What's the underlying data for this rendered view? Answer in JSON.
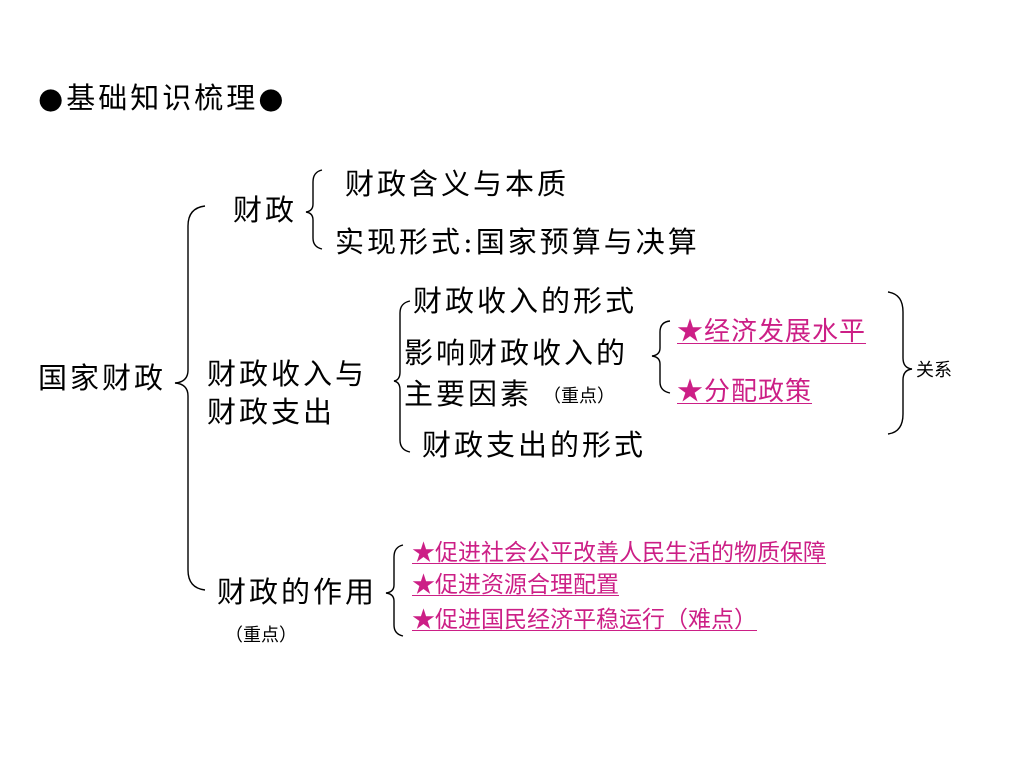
{
  "heading": "●基础知识梳理●",
  "root": "国家财政",
  "branches": {
    "caizheng": {
      "label": "财政",
      "items": [
        "财政含义与本质",
        "实现形式:国家预算与决算"
      ]
    },
    "shouru_zhichu": {
      "label_line1": "财政收入与",
      "label_line2": "财政支出",
      "items": {
        "income_forms": "财政收入的形式",
        "factors_line1": "影响财政收入的",
        "factors_line2": "主要因素",
        "factors_note": "（重点）",
        "expense_forms": "财政支出的形式"
      },
      "factors": [
        "★经济发展水平",
        "★分配政策"
      ],
      "relation": "关系"
    },
    "role": {
      "label": "财政的作用",
      "note": "（重点）",
      "items": [
        "★促进社会公平改善人民生活的物质保障",
        "★促进资源合理配置",
        "★促进国民经济平稳运行（难点）"
      ]
    }
  },
  "colors": {
    "link": "#cc1f86",
    "text": "#000000"
  }
}
